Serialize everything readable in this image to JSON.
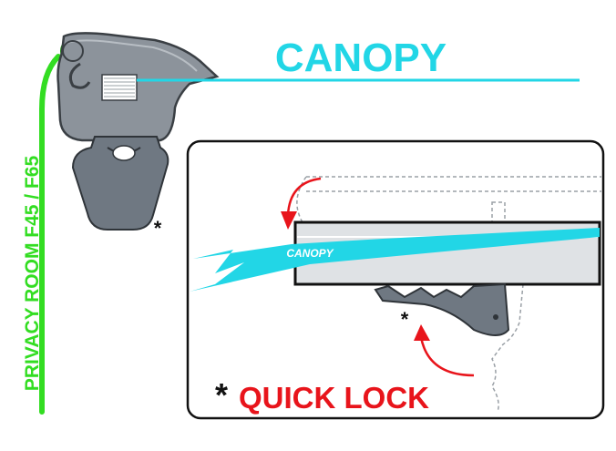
{
  "labels": {
    "canopy_main": "CANOPY",
    "privacy_room": "PRIVACY ROOM F45 / F65",
    "canopy_inset": "CANOPY",
    "asterisk_small": "*",
    "asterisk_inset": "*",
    "legend_asterisk": "*",
    "quick_lock": "QUICK LOCK"
  },
  "colors": {
    "canopy_cyan": "#22d6e6",
    "privacy_green": "#33dd22",
    "lock_red": "#e8141b",
    "profile_gray": "#8c939b",
    "profile_dark": "#4a4f55",
    "panel_border": "#111111"
  }
}
